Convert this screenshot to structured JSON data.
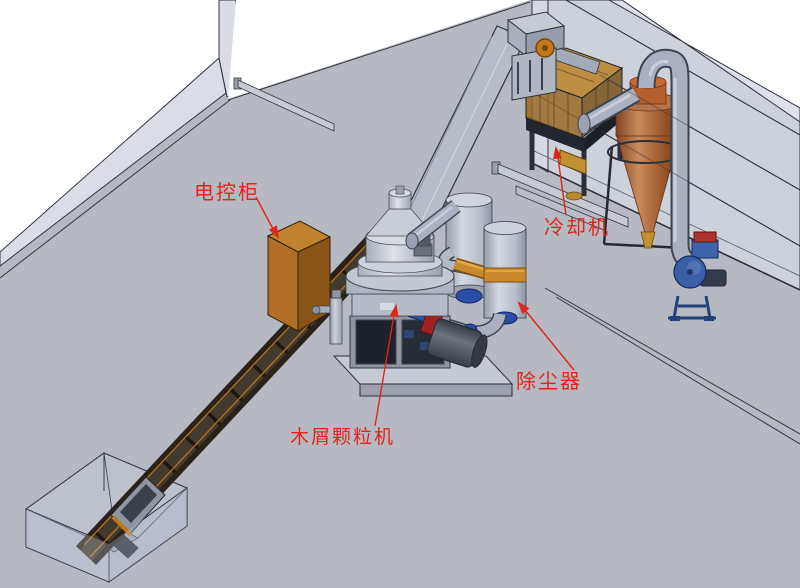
{
  "annotations": {
    "color": "#e2241a",
    "items": [
      {
        "id": "control-cabinet",
        "label": "电控柜"
      },
      {
        "id": "cooler",
        "label": "冷却机"
      },
      {
        "id": "dust-collector",
        "label": "除尘器"
      },
      {
        "id": "pellet-mill",
        "label": "木屑颗粒机"
      }
    ]
  },
  "scene": {
    "background": "#ffffff",
    "floor_color": "#b6b9c1",
    "wall_color": "#cdd1da",
    "wall_edge_color": "#dde0e8",
    "cabinet_orange": "#b06f24",
    "cooler_amber": "#9c6a1d",
    "cyclone_copper": "#b5744a",
    "fan_blue": "#3a5fa8",
    "pipe_gray": "#aab1c0",
    "gold_accent": "#c8882e",
    "conveyor_dark": "#241c12"
  }
}
